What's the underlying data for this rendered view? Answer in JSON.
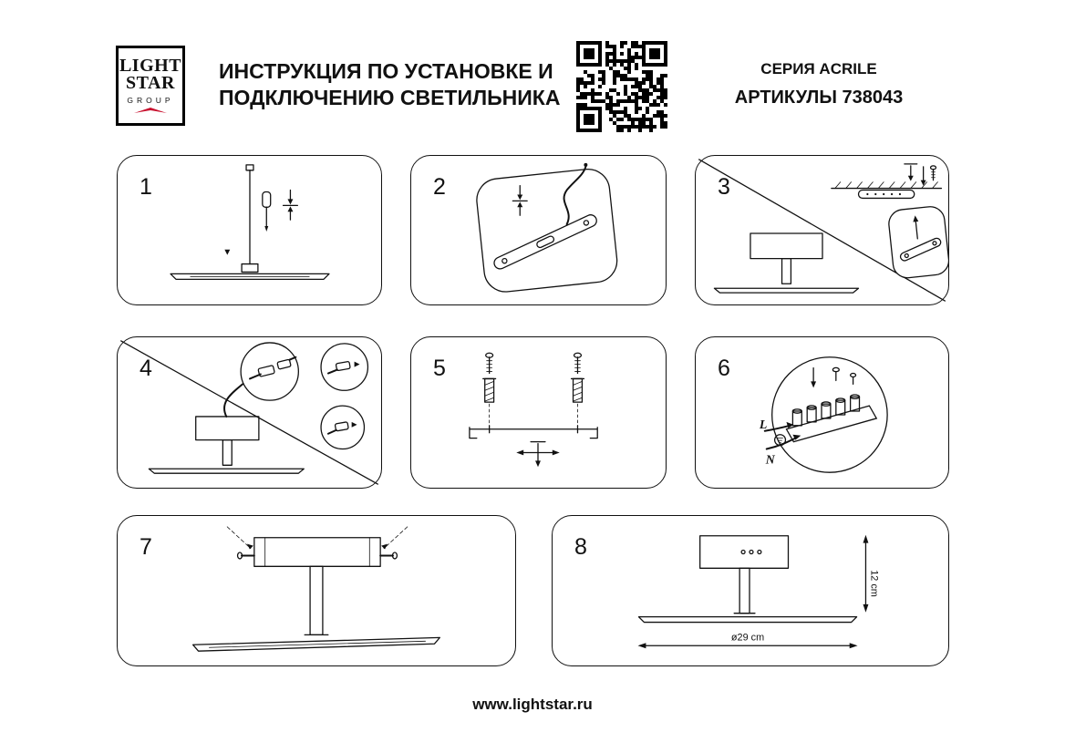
{
  "header": {
    "logo_line1": "LIGHT",
    "logo_line2": "STAR",
    "logo_line3": "GROUP",
    "title_line1": "ИНСТРУКЦИЯ ПО УСТАНОВКЕ И",
    "title_line2": "ПОДКЛЮЧЕНИЮ СВЕТИЛЬНИКА",
    "series": "СЕРИЯ ACRILE",
    "articles": "АРТИКУЛЫ 738043"
  },
  "steps": [
    {
      "number": "1"
    },
    {
      "number": "2"
    },
    {
      "number": "3"
    },
    {
      "number": "4"
    },
    {
      "number": "5"
    },
    {
      "number": "6",
      "wire_live": "L",
      "wire_neutral": "N"
    },
    {
      "number": "7"
    },
    {
      "number": "8",
      "height_label": "12 cm",
      "diameter_label": "ø29 cm"
    }
  ],
  "footer": {
    "website": "www.lightstar.ru"
  }
}
